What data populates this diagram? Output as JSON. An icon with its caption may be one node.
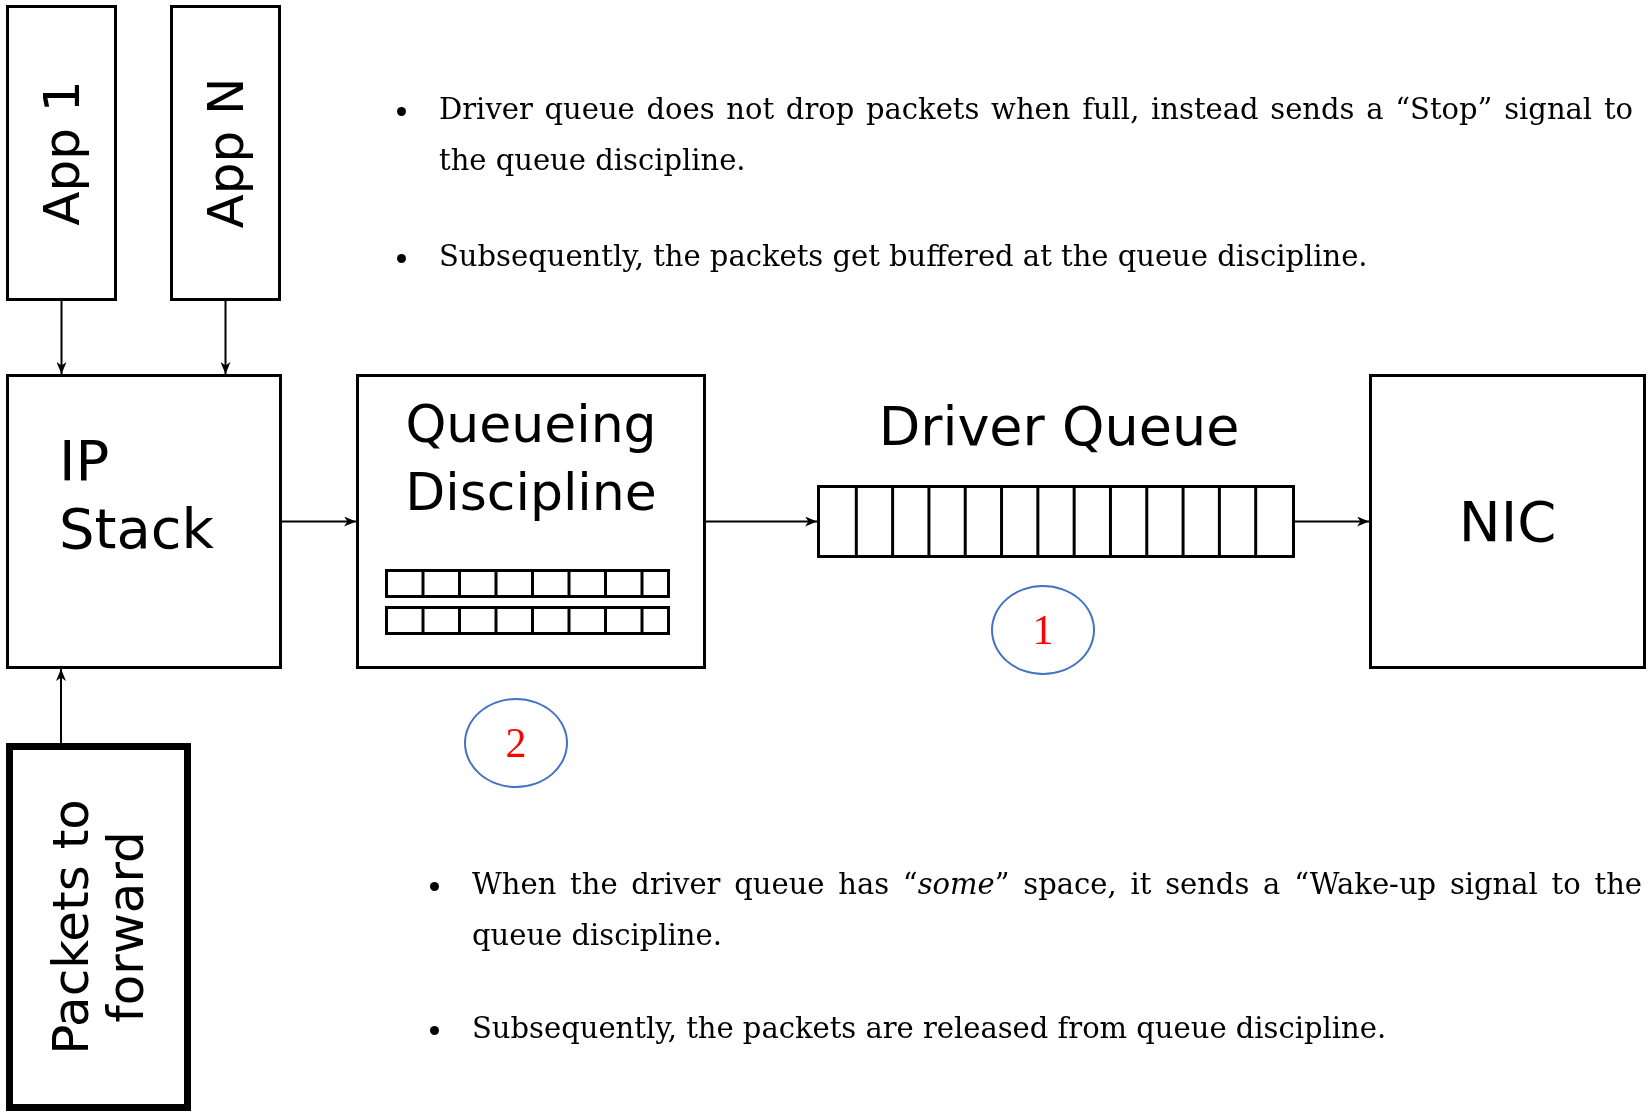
{
  "diagram": {
    "nodes": [
      {
        "text": [
          "App 1"
        ]
      },
      {
        "text": [
          "App N"
        ]
      },
      {
        "text": [
          "IP Stack"
        ]
      },
      {
        "text": [
          "Queueing Discipline"
        ]
      },
      {
        "text": [
          "Driver Queue"
        ]
      },
      {
        "text": [
          "NIC"
        ]
      },
      {
        "text": [
          "Packets to forward"
        ]
      },
      {
        "text": [
          "1"
        ]
      },
      {
        "text": [
          "2"
        ]
      }
    ],
    "edges": [
      {
        "from": 0,
        "to": 2,
        "arrow": "to"
      },
      {
        "from": 1,
        "to": 2,
        "arrow": "to"
      },
      {
        "from": 6,
        "to": 2,
        "arrow": "to"
      },
      {
        "from": 2,
        "to": 3,
        "arrow": "to"
      },
      {
        "from": 3,
        "to": 4,
        "arrow": "to"
      },
      {
        "from": 4,
        "to": 5,
        "arrow": "to"
      }
    ],
    "labels": [
      "Driver queue does not drop packets when full, instead sends a “Stop” signal to the queue discipline.",
      "Subsequently, the packets get buffered at the queue discipline.",
      "When the driver queue has “*some*” space, it sends a “Wake-up signal to the queue discipline.",
      "Subsequently, the packets are released from queue discipline."
    ]
  }
}
